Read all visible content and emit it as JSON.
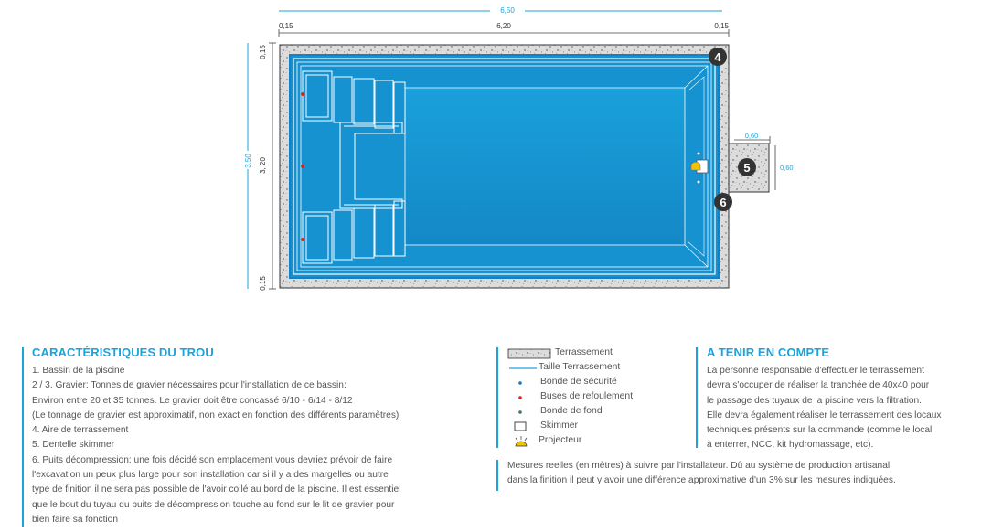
{
  "dimensions": {
    "total_width": "6,50",
    "inner_width": "6,20",
    "margin_left": "0,15",
    "margin_right": "0,15",
    "total_height": "3,50",
    "inner_height": "3, 20",
    "margin_top": "0,15",
    "margin_bottom": "0,15",
    "pit_width": "0,60",
    "pit_height": "0,60"
  },
  "markers": {
    "m4": "4",
    "m5": "5",
    "m6": "6"
  },
  "characteristics": {
    "title": "CARACTÉRISTIQUES DU TROU",
    "lines": [
      "1. Bassin de la piscine",
      "2 / 3. Gravier: Tonnes de gravier nécessaires pour l'installation de ce bassin:",
      "Environ entre 20 et 35 tonnes. Le gravier doit être concassé 6/10 - 6/14 - 8/12",
      "(Le tonnage de gravier est approximatif, non exact en fonction des différents paramètres)",
      "4. Aire de terrassement",
      "5. Dentelle skimmer",
      "6. Puits décompression: une fois décidé son emplacement vous devriez prévoir de faire",
      "l'excavation un peux plus large pour son installation car si il y a des margelles ou autre",
      "type de finition il ne sera pas possible de l'avoir collé au bord de la piscine. Il est essentiel",
      "que le bout du tuyau du puits de décompression touche au fond sur le lit de gravier pour",
      "bien faire sa fonction"
    ]
  },
  "legend": {
    "items": [
      {
        "label": "Terrassement",
        "icon": "terrassement-swatch-icon"
      },
      {
        "label": "Taille Terrassement",
        "icon": "blue-line-icon",
        "color": "#1ba3dc"
      },
      {
        "label": "Bonde de sécurité",
        "icon": "blue-dot-icon",
        "color": "#1b75bb"
      },
      {
        "label": "Buses de refoulement",
        "icon": "red-dot-icon",
        "color": "#e02020"
      },
      {
        "label": "Bonde de fond",
        "icon": "green-dot-icon",
        "color": "#3a7a5a"
      },
      {
        "label": "Skimmer",
        "icon": "skimmer-icon"
      },
      {
        "label": "Projecteur",
        "icon": "projector-icon",
        "color": "#f2c300"
      }
    ]
  },
  "note": {
    "lines": [
      "Mesures reelles (en mètres) à suivre par l'installateur. Dû au système de production artisanal,",
      "dans la finition il peut y avoir une différence approximative d'un 3% sur les mesures indiquées."
    ]
  },
  "important": {
    "title": "A TENIR EN COMPTE",
    "lines": [
      "La personne responsable d'effectuer le terrassement",
      "devra s'occuper de réaliser la tranchée de 40x40 pour",
      "le passage des tuyaux de la piscine vers la filtration.",
      "Elle devra également réaliser le terrassement des locaux",
      "techniques présents sur la commande (comme le local",
      "à enterrer, NCC, kit hydromassage, etc)."
    ]
  },
  "colors": {
    "accent": "#1ba3dc",
    "water": "#1592cf",
    "outline": "#1a7fc0",
    "concrete": "#dcdcdc"
  }
}
